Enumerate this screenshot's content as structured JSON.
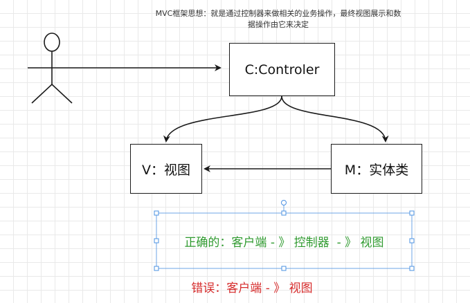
{
  "note": "MVC框架思想：就是通过控制器来做相关的业务操作，最终视图展示和数据操作由它来决定",
  "nodes": {
    "controller": "C:Controler",
    "view": "V：视图",
    "model": "M：实体类"
  },
  "correct_flow": "正确的：客户端 - 》 控制器  - 》 视图",
  "wrong_flow": "错误：客户端 - 》 视图",
  "colors": {
    "correct": "#2f9a2f",
    "wrong": "#d62b2b",
    "selection": "#4a90e2",
    "stroke": "#1a1a1a"
  }
}
